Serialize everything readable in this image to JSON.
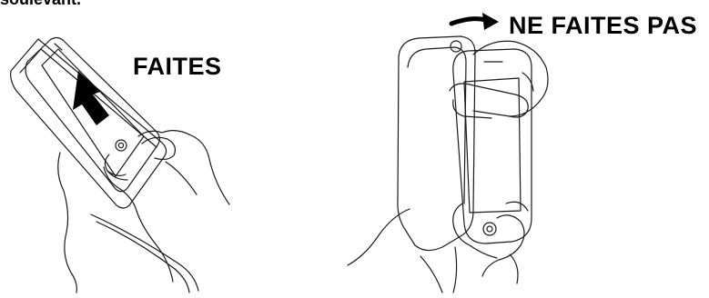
{
  "caption_fragment": "soulevant.",
  "do_label": "FAITES",
  "dont_label": "NE FAITES PAS"
}
